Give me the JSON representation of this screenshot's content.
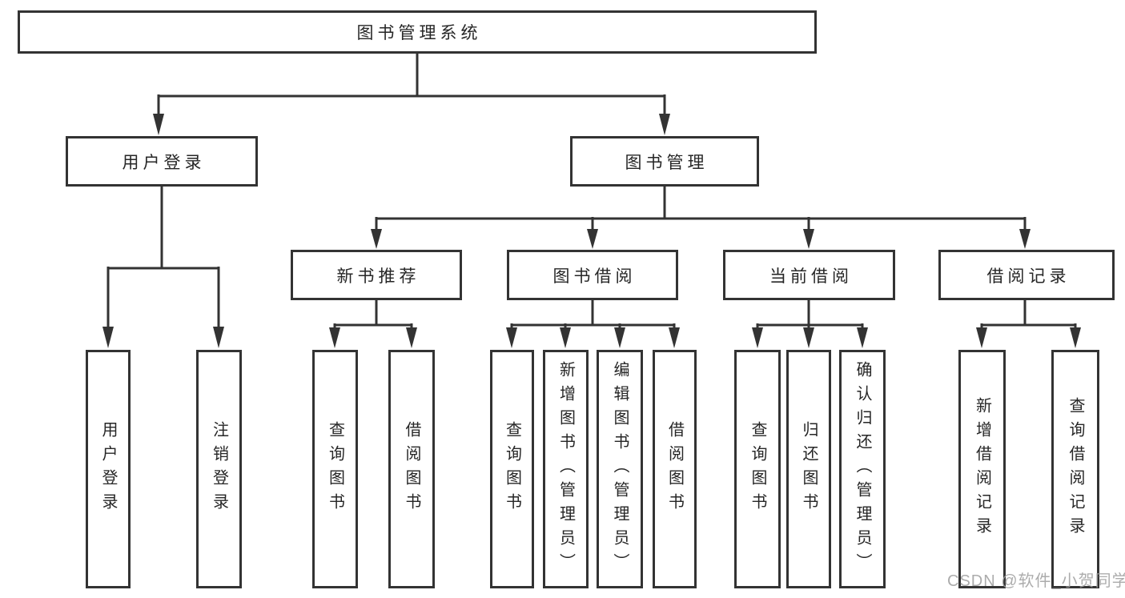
{
  "chart": {
    "type": "diagram",
    "root": "图书管理系统",
    "branches": [
      {
        "label": "用户登录",
        "children": [
          "用户登录",
          "注销登录"
        ]
      },
      {
        "label": "图书管理",
        "children": [
          {
            "label": "新书推荐",
            "children": [
              "查询图书",
              "借阅图书"
            ]
          },
          {
            "label": "图书借阅",
            "children": [
              "查询图书",
              "新增图书（管理员）",
              "编辑图书（管理员）",
              "借阅图书"
            ]
          },
          {
            "label": "当前借阅",
            "children": [
              "查询图书",
              "归还图书",
              "确认归还（管理员）"
            ]
          },
          {
            "label": "借阅记录",
            "children": [
              "新增借阅记录",
              "查询借阅记录"
            ]
          }
        ]
      }
    ],
    "watermark": "CSDN @软件_小贺同学",
    "colors": {
      "line": "#333333",
      "text": "#262626",
      "watermark": "#9e9e9e",
      "bg": "#ffffff"
    }
  }
}
